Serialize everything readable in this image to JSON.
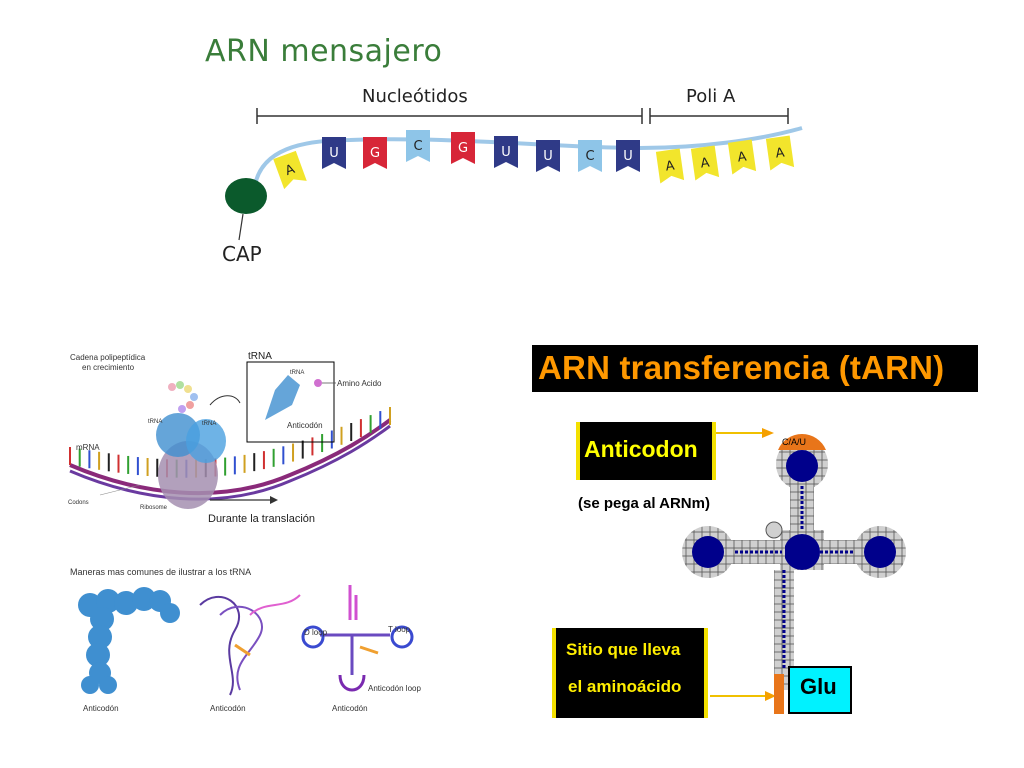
{
  "mrna": {
    "title": "ARN mensajero",
    "label_nucleotides": "Nucleótidos",
    "label_polya": "Poli A",
    "label_cap": "CAP",
    "flags": [
      {
        "letter": "A",
        "color": "#f2e52c"
      },
      {
        "letter": "U",
        "color": "#2f3a87"
      },
      {
        "letter": "G",
        "color": "#d72638"
      },
      {
        "letter": "C",
        "color": "#8ec5e8"
      },
      {
        "letter": "G",
        "color": "#d72638"
      },
      {
        "letter": "U",
        "color": "#2f3a87"
      },
      {
        "letter": "U",
        "color": "#2f3a87"
      },
      {
        "letter": "C",
        "color": "#8ec5e8"
      },
      {
        "letter": "U",
        "color": "#2f3a87"
      },
      {
        "letter": "A",
        "color": "#f2e52c"
      },
      {
        "letter": "A",
        "color": "#f2e52c"
      },
      {
        "letter": "A",
        "color": "#f2e52c"
      },
      {
        "letter": "A",
        "color": "#f2e52c"
      }
    ]
  },
  "translation": {
    "cadena": "Cadena polipeptídica",
    "cadena2": "en crecimiento",
    "trna": "tRNA",
    "amino": "Amino Acido",
    "anticodon": "Anticodón",
    "mrna": "mRNA",
    "codons": "Codons",
    "ribosome": "Ribosome",
    "durante": "Durante la translación",
    "trna1": "tRNA",
    "trna2": "tRNA",
    "trna3": "tRNA"
  },
  "maneras": {
    "title": "Maneras mas comunes de ilustrar a los tRNA",
    "anticodon1": "Anticodón",
    "anticodon2": "Anticodón",
    "anticodon3": "Anticodón",
    "dloop": "D loop",
    "tloop": "T loop",
    "anticodonloop": "Anticodón loop"
  },
  "tarn": {
    "title": "ARN transferencia (tARN)",
    "anticodon": "Anticodon",
    "se_pega": "(se pega al ARNm)",
    "sitio_line1": "Sitio que lleva",
    "sitio_line2": "el aminoácido",
    "glu": "Glu",
    "anticodon_letters": "C/A/U"
  },
  "colors": {
    "mrna_title": "#3a7d3a",
    "cap": "#0b5a2c",
    "strand": "#9fc8e8",
    "trna_title": "#ff9800",
    "yellow_text": "#ffee00",
    "glu_box": "#00f2ff",
    "loop_fill": "#00008b",
    "anticodon_orange": "#e8751a"
  }
}
